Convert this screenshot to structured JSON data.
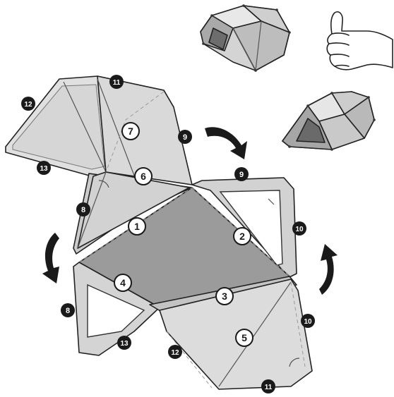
{
  "colors": {
    "panel_light": "#e3e3e3",
    "panel_mid": "#c4c4c4",
    "panel_dark": "#969696",
    "frame": "#d0d0d0",
    "outline": "#222222",
    "badge_dark": "#1a1a1a",
    "badge_light": "#ffffff"
  },
  "icons": [
    "curved-arrow-icon",
    "thumbs-up-icon"
  ],
  "numbers": {
    "white": [
      "1",
      "2",
      "3",
      "4",
      "5",
      "6",
      "7"
    ],
    "black": [
      "8",
      "9",
      "10",
      "11",
      "12",
      "13"
    ]
  }
}
